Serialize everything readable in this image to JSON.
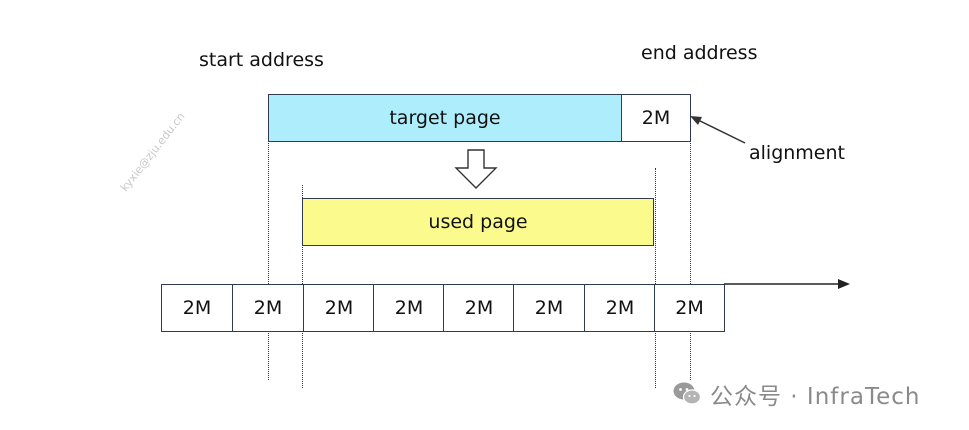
{
  "labels": {
    "start_address": "start address",
    "end_address": "end address",
    "alignment": "alignment"
  },
  "target_page": {
    "label": "target page",
    "color": "#aeeefc"
  },
  "alignment_box": {
    "label": "2M"
  },
  "used_page": {
    "label": "used page",
    "color": "#fbfa8c"
  },
  "memory_blocks": [
    "2M",
    "2M",
    "2M",
    "2M",
    "2M",
    "2M",
    "2M",
    "2M"
  ],
  "watermark": {
    "diagonal": "kyxie@zju.edu.cn",
    "brand": "公众号 · InfraTech"
  }
}
